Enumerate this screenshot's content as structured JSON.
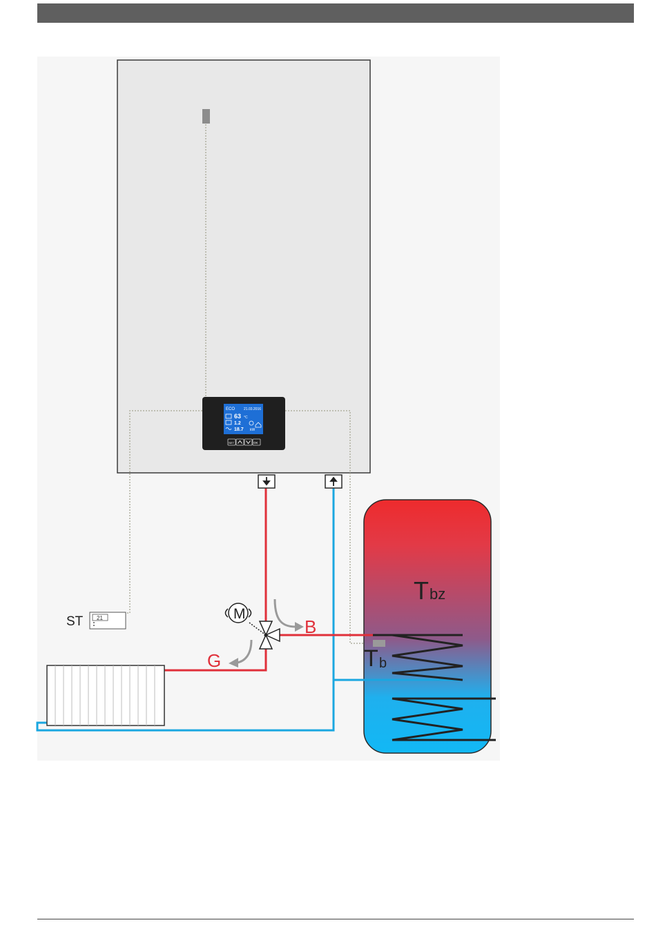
{
  "labels": {
    "room_thermostat": "ST",
    "motor": "M",
    "port_b": "B",
    "port_g": "G",
    "tank_temp_main": "T",
    "tank_temp_sub": "bz",
    "sensor_temp_main": "T",
    "sensor_temp_sub": "b"
  },
  "display": {
    "mode": "ECO",
    "date": "21.03.2016",
    "temp1": "63",
    "temp1_unit": "°C",
    "value2": "1.2",
    "value3": "18.7",
    "value3_unit": "kW",
    "thermostat_value": "21"
  },
  "buttons": [
    "SET",
    "^",
    "v",
    "OK"
  ],
  "colors": {
    "hot_pipe": "#e0303a",
    "cold_pipe": "#1aa7e0",
    "label_red": "#e0303a",
    "boiler_body": "#e8e8e8",
    "tank_top": "#ee2b2d",
    "tank_bottom": "#14b4f2",
    "screen": "#1e6fd6"
  }
}
